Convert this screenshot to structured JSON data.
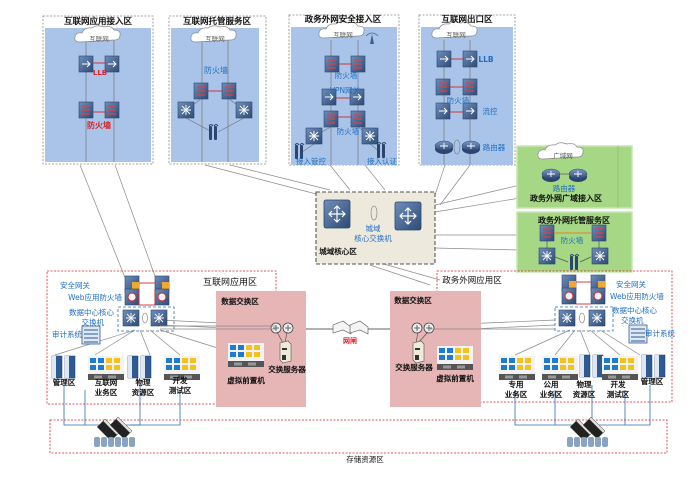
{
  "zones": {
    "internet_app_access": {
      "title": "互联网应用接入区",
      "cloud": "互联网",
      "lb_label": "LLB",
      "fw_label": "防火墙"
    },
    "internet_hosting": {
      "title": "互联网托管服务区",
      "cloud": "互联网",
      "fw_label": "防火墙"
    },
    "gov_secure_access": {
      "title": "政务外网安全接入区",
      "cloud": "互联网",
      "fw_label1": "防火墙",
      "vpn_label": "VPN网关",
      "fw_label2": "防火墙",
      "access_mgmt": "接入管控",
      "access_auth": "接入认证"
    },
    "internet_exit": {
      "title": "互联网出口区",
      "cloud": "互联网",
      "lb_label": "LLB",
      "fw_label": "防火墙",
      "flow_label": "流控",
      "router_label": "路由器"
    },
    "gov_wan_access": {
      "title": "政务外网广域接入区",
      "cloud": "广域网",
      "router_label": "路由器"
    },
    "gov_hosting": {
      "title": "政务外网托管服务区",
      "fw_label": "防火墙"
    },
    "metro_core": {
      "title": "城域核心区",
      "switch_label_line1": "城域",
      "switch_label_line2": "核心交换机"
    },
    "internet_app": {
      "title": "互联网应用区",
      "sec_gw": "安全网关",
      "waf": "Web应用防火墙",
      "core_sw_line1": "数据中心核心",
      "core_sw_line2": "交换机",
      "audit": "审计系统",
      "mgmt": "管理区",
      "biz_line1": "互联网",
      "biz_line2": "业务区",
      "phys_line1": "物理",
      "phys_line2": "资源区",
      "dev_line1": "开发",
      "dev_line2": "测试区"
    },
    "data_exchange_left": {
      "title": "数据交换区",
      "server": "交换服务器",
      "vm": "虚拟前置机"
    },
    "gatekeeper": {
      "label": "网闸"
    },
    "data_exchange_right": {
      "title": "数据交换区",
      "server": "交换服务器",
      "vm": "虚拟前置机"
    },
    "gov_app": {
      "title": "政务外网应用区",
      "sec_gw": "安全网关",
      "waf": "Web应用防火墙",
      "core_sw_line1": "数据中心核心",
      "core_sw_line2": "交换机",
      "audit": "审计系统",
      "dedicated_line1": "专用",
      "dedicated_line2": "业务区",
      "public_line1": "公用",
      "public_line2": "业务区",
      "phys_line1": "物理",
      "phys_line2": "资源区",
      "dev_line1": "开发",
      "dev_line2": "测试区",
      "mgmt": "管理区"
    },
    "storage": {
      "title": "存储资源区"
    }
  },
  "colors": {
    "zone_blue": "#a9c4e8",
    "zone_green": "#a6d785",
    "zone_pink": "#e6b5b5",
    "core_beige": "#ede9dd",
    "label_blue": "#1f6fc1",
    "label_red": "#d9252b",
    "device_navy": "#3f5f8c",
    "border_red": "#d9252b"
  }
}
